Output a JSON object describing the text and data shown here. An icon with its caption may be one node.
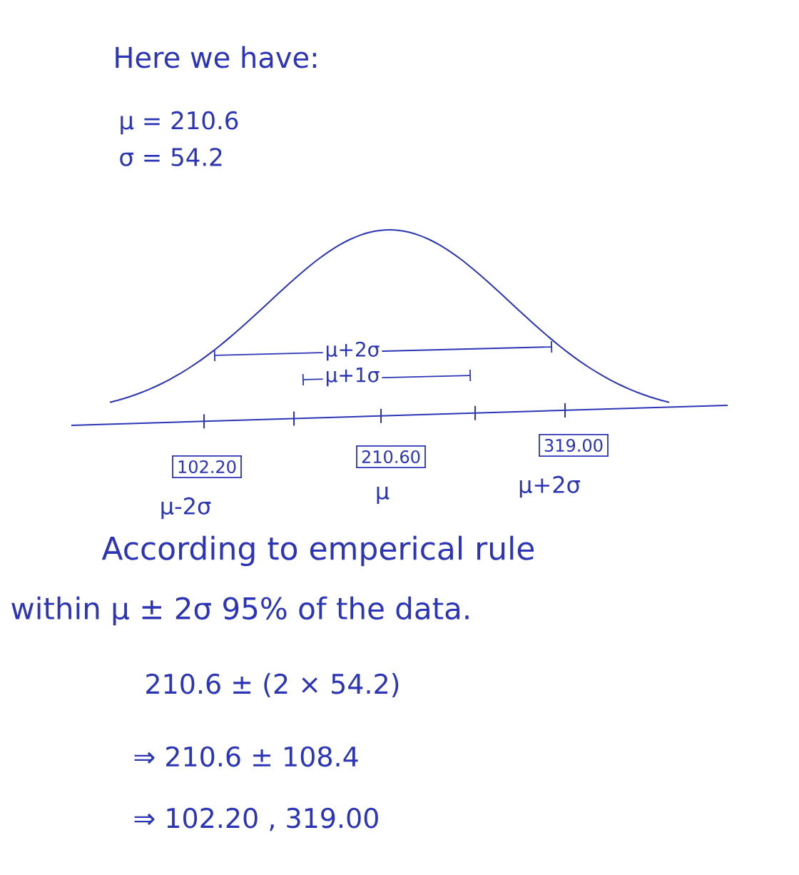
{
  "diagram": {
    "nodes": [
      {
        "text": [
          "102.20"
        ],
        "beside": [
          "μ-2σ"
        ]
      },
      {
        "text": [
          "210.60"
        ],
        "beside": [
          "μ"
        ]
      },
      {
        "text": [
          "319.00"
        ],
        "beside": [
          "μ+2σ"
        ]
      }
    ],
    "labels": [
      "Here we have:",
      "μ = 210.6",
      "σ = 54.2",
      "μ+2σ",
      "μ+1σ",
      "According to emperical rule",
      "within μ ± 2σ 95% of the data.",
      "210.6 ± (2 × 54.2)",
      "⇒ 210.6 ± 108.4",
      "⇒ 102.20 , 319.00"
    ]
  }
}
